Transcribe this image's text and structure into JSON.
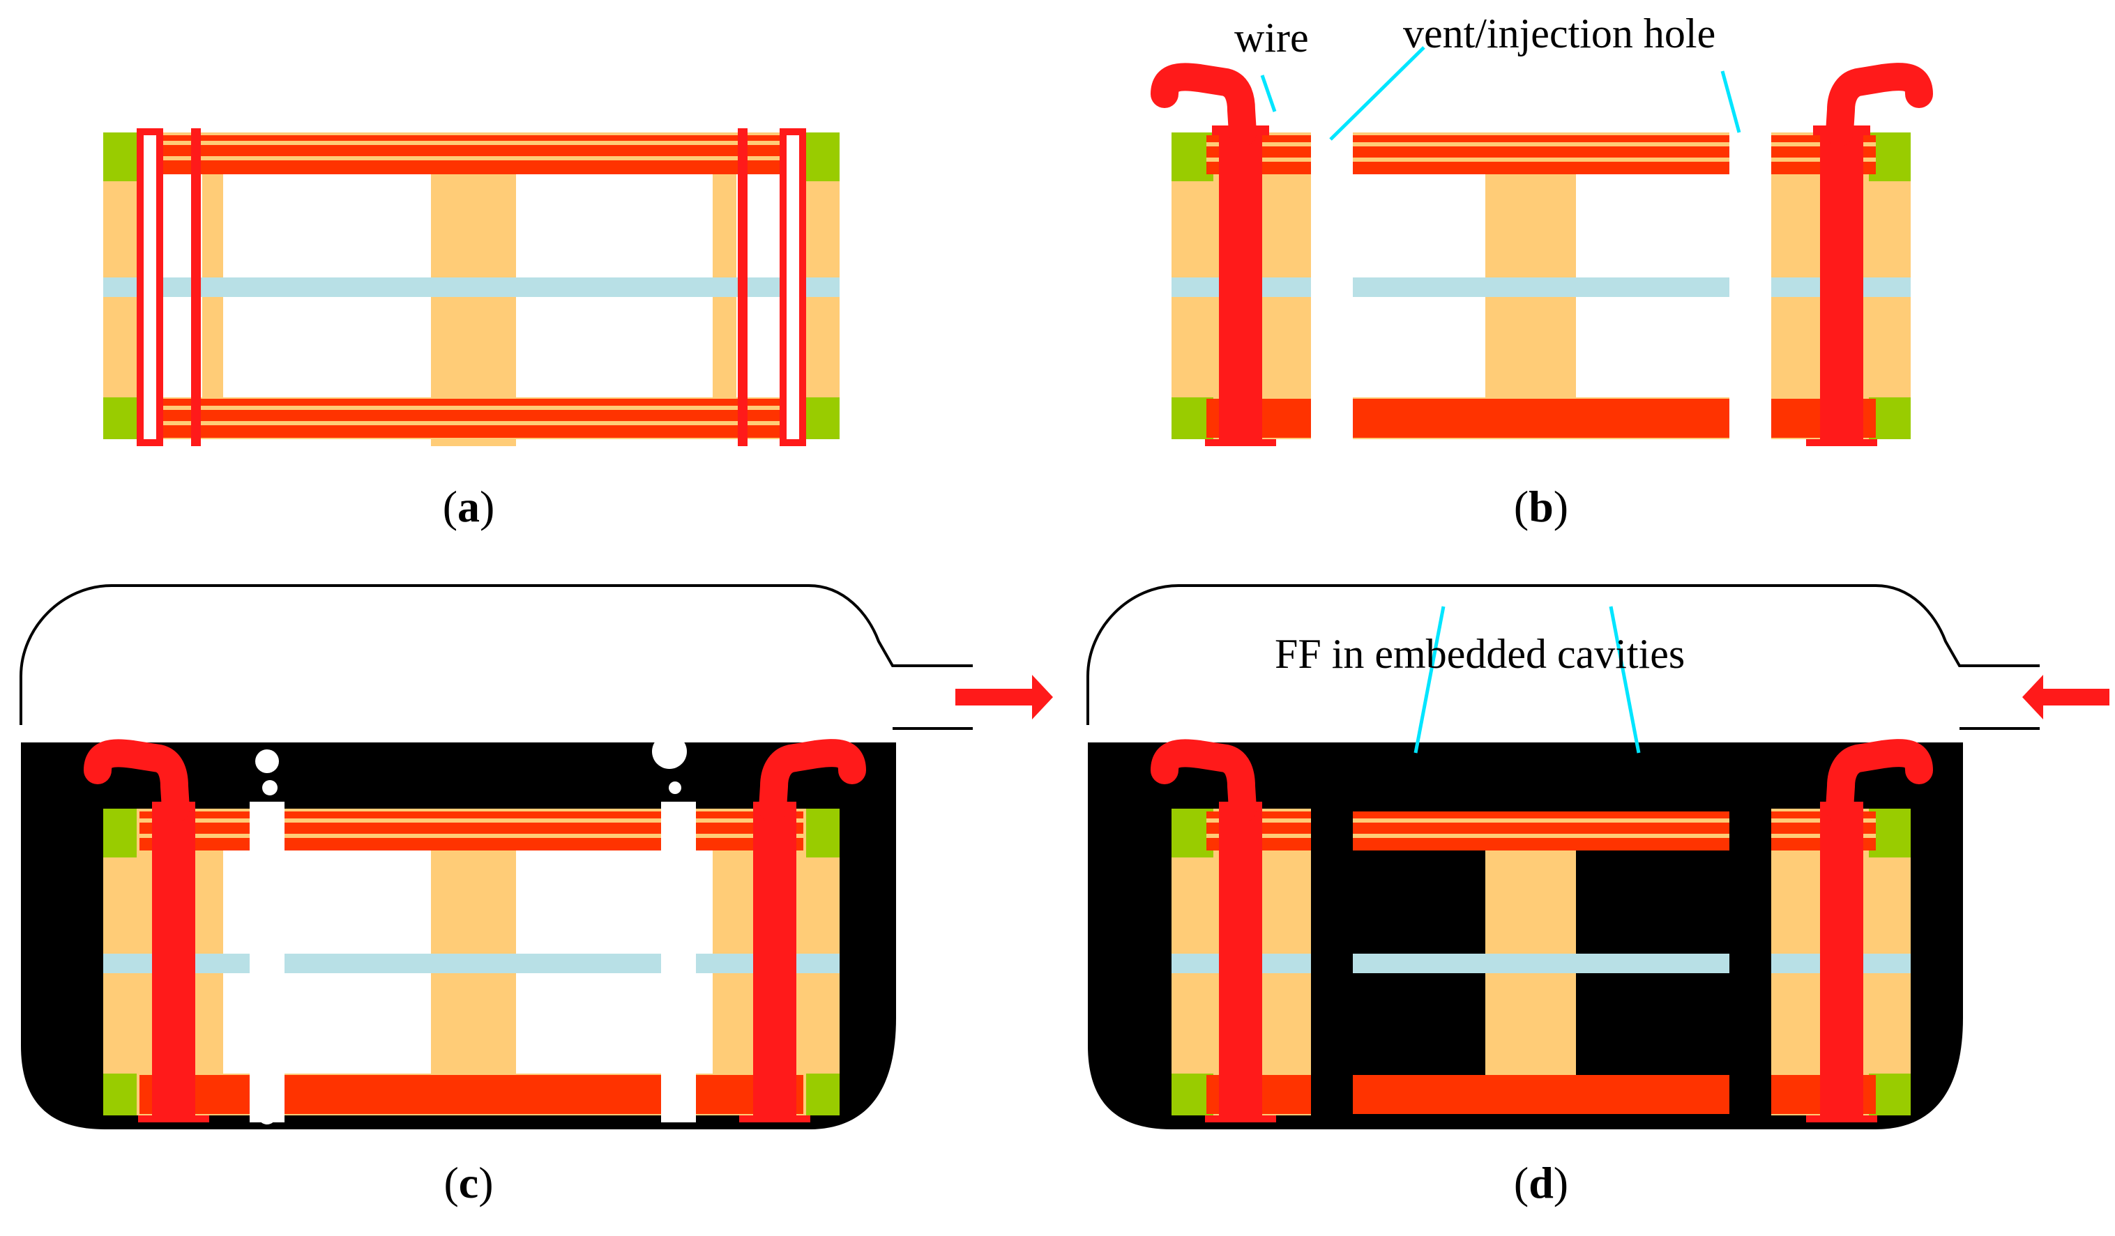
{
  "panels": {
    "a": {
      "label_open": "(",
      "label_letter": "a",
      "label_close": ")"
    },
    "b": {
      "label_open": "(",
      "label_letter": "b",
      "label_close": ")"
    },
    "c": {
      "label_open": "(",
      "label_letter": "c",
      "label_close": ")"
    },
    "d": {
      "label_open": "(",
      "label_letter": "d",
      "label_close": ")"
    }
  },
  "annotations": {
    "wire": "wire",
    "vent_hole": "vent/injection hole",
    "ff_cavities": "FF in embedded cavities"
  },
  "colors": {
    "copper": "#ff3300",
    "wire": "#ff1a1a",
    "core": "#ffcc77",
    "prepreg": "#b8e0e6",
    "pad": "#99cc00",
    "fluid": "#000000",
    "leader": "#00e5ff",
    "arrow": "#ff1a1a",
    "cavity": "#ffffff"
  }
}
